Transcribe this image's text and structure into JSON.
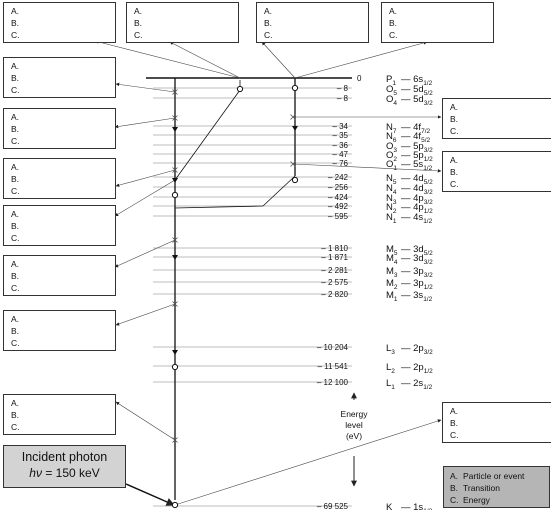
{
  "option_letters": [
    "A.",
    "B.",
    "C."
  ],
  "levels": [
    {
      "energy": "0",
      "shell": "P",
      "sub": "1",
      "orbital": "6s",
      "osub": "1/2"
    },
    {
      "energy": "8",
      "shell": "O",
      "sub": "5",
      "orbital": "5d",
      "osub": "5/2"
    },
    {
      "energy": "8",
      "shell": "O",
      "sub": "4",
      "orbital": "5d",
      "osub": "3/2"
    },
    {
      "energy": "34",
      "shell": "N",
      "sub": "7",
      "orbital": "4f",
      "osub": "7/2"
    },
    {
      "energy": "35",
      "shell": "N",
      "sub": "6",
      "orbital": "4f",
      "osub": "5/2"
    },
    {
      "energy": "36",
      "shell": "O",
      "sub": "3",
      "orbital": "5p",
      "osub": "3/2"
    },
    {
      "energy": "47",
      "shell": "O",
      "sub": "2",
      "orbital": "5p",
      "osub": "1/2"
    },
    {
      "energy": "76",
      "shell": "O",
      "sub": "1",
      "orbital": "5s",
      "osub": "1/2"
    },
    {
      "energy": "242",
      "shell": "N",
      "sub": "5",
      "orbital": "4d",
      "osub": "5/2"
    },
    {
      "energy": "256",
      "shell": "N",
      "sub": "4",
      "orbital": "4d",
      "osub": "3/2"
    },
    {
      "energy": "424",
      "shell": "N",
      "sub": "3",
      "orbital": "4p",
      "osub": "3/2"
    },
    {
      "energy": "492",
      "shell": "N",
      "sub": "2",
      "orbital": "4p",
      "osub": "1/2"
    },
    {
      "energy": "595",
      "shell": "N",
      "sub": "1",
      "orbital": "4s",
      "osub": "1/2"
    },
    {
      "energy": "1 810",
      "shell": "M",
      "sub": "5",
      "orbital": "3d",
      "osub": "5/2"
    },
    {
      "energy": "1 871",
      "shell": "M",
      "sub": "4",
      "orbital": "3d",
      "osub": "3/2"
    },
    {
      "energy": "2 281",
      "shell": "M",
      "sub": "3",
      "orbital": "3p",
      "osub": "3/2"
    },
    {
      "energy": "2 575",
      "shell": "M",
      "sub": "2",
      "orbital": "3p",
      "osub": "1/2"
    },
    {
      "energy": "2 820",
      "shell": "M",
      "sub": "1",
      "orbital": "3s",
      "osub": "1/2"
    },
    {
      "energy": "10 204",
      "shell": "L",
      "sub": "3",
      "orbital": "2p",
      "osub": "3/2"
    },
    {
      "energy": "11 541",
      "shell": "L",
      "sub": "2",
      "orbital": "2p",
      "osub": "1/2"
    },
    {
      "energy": "12 100",
      "shell": "L",
      "sub": "1",
      "orbital": "2s",
      "osub": "1/2"
    },
    {
      "energy": "69 525",
      "shell": "K",
      "sub": "",
      "orbital": "1s",
      "osub": "1/2"
    }
  ],
  "energy_axis_label": [
    "Energy",
    "level",
    "(eV)"
  ],
  "photon": {
    "title": "Incident photon",
    "formula_symbol": "hν",
    "formula_value": "= 150 keV"
  },
  "legend": [
    {
      "key": "A.",
      "text": "Particle or event"
    },
    {
      "key": "B.",
      "text": "Transition"
    },
    {
      "key": "C.",
      "text": "Energy"
    }
  ]
}
